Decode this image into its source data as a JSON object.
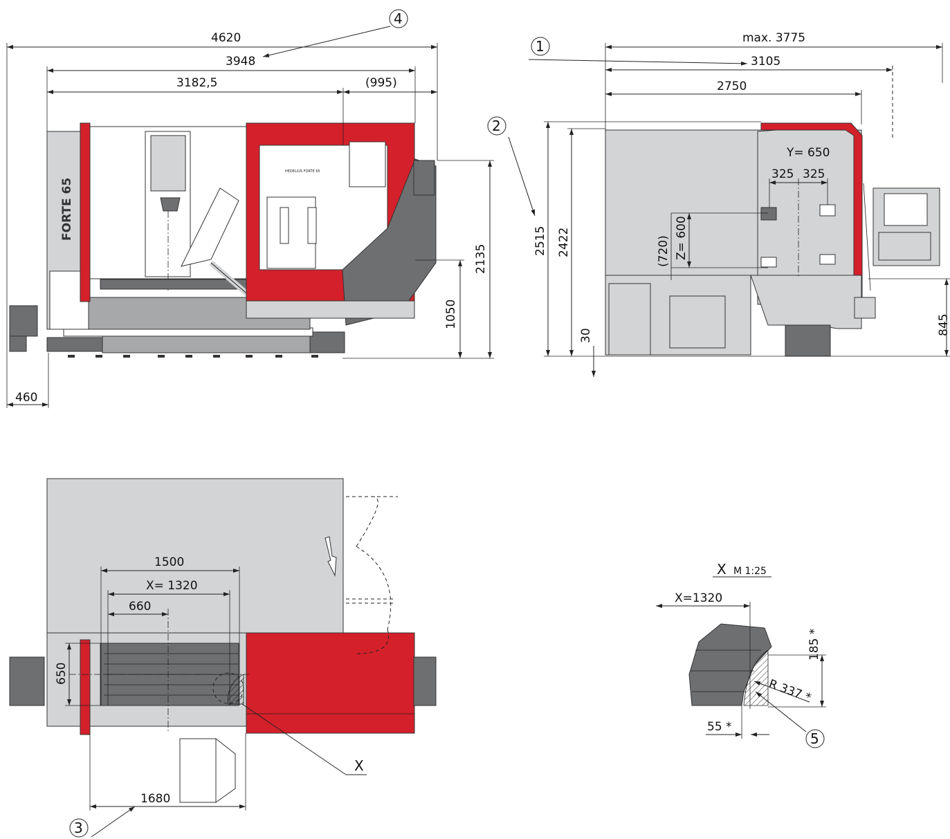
{
  "front_view": {
    "dims": {
      "d4620": "4620",
      "d3948": "3948",
      "d3182": "3182,5",
      "d995": "(995)",
      "d2135": "2135",
      "d1050": "1050",
      "d460": "460"
    },
    "brand": "FORTE 65",
    "door_label": "HEDELIUS FORTE 65"
  },
  "side_view": {
    "dims": {
      "dmax": "max. 3775",
      "d3105": "3105",
      "d2750": "2750",
      "d2515": "2515",
      "d2422": "2422",
      "d30": "30",
      "d845": "845",
      "dy": "Y= 650",
      "d325a": "325",
      "d325b": "325",
      "d720": "(720)",
      "dz": "Z= 600"
    }
  },
  "top_view": {
    "dims": {
      "d1500": "1500",
      "dx": "X= 1320",
      "d660": "660",
      "d650": "650",
      "d1680": "1680"
    },
    "detail_marker": "X"
  },
  "detail": {
    "title": "X",
    "scale": "M 1:25",
    "x": "X=1320",
    "d185": "185 *",
    "r337": "R 337 *",
    "d55": "55 *"
  },
  "callouts": [
    "1",
    "2",
    "3",
    "4",
    "5"
  ],
  "colors": {
    "machine_red": "#d4202a",
    "panel_gray": "#d3d4d6",
    "dark_gray": "#6e6f71"
  }
}
